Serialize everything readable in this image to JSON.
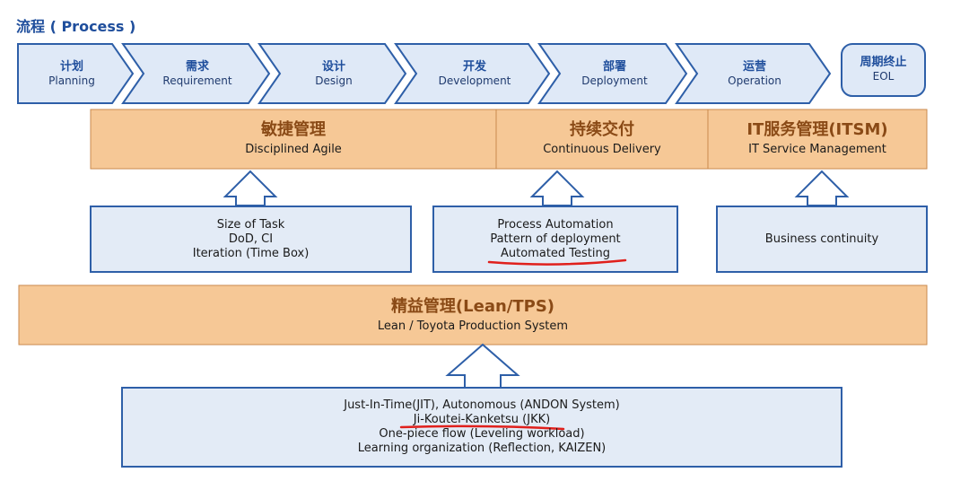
{
  "title": "流程 ( Process )",
  "process_steps": [
    {
      "zh": "计划",
      "en": "Planning"
    },
    {
      "zh": "需求",
      "en": "Requirement"
    },
    {
      "zh": "设计",
      "en": "Design"
    },
    {
      "zh": "开发",
      "en": "Development"
    },
    {
      "zh": "部署",
      "en": "Deployment"
    },
    {
      "zh": "运营",
      "en": "Operation"
    }
  ],
  "eol": {
    "zh": "周期终止",
    "en": "EOL"
  },
  "management": [
    {
      "zh": "敏捷管理",
      "en": "Disciplined Agile"
    },
    {
      "zh": "持续交付",
      "en": "Continuous Delivery"
    },
    {
      "zh": "IT服务管理(ITSM)",
      "en": "IT Service Management"
    }
  ],
  "practices": {
    "agile": [
      "Size of Task",
      "DoD, CI",
      "Iteration (Time Box)"
    ],
    "delivery": [
      "Process Automation",
      "Pattern of deployment",
      "Automated Testing"
    ],
    "itsm": [
      "Business continuity"
    ]
  },
  "lean": {
    "zh": "精益管理(Lean/TPS)",
    "en": "Lean / Toyota Production System"
  },
  "lean_practices": [
    "Just-In-Time(JIT), Autonomous (ANDON System)",
    "Ji-Koutei-Kanketsu (JKK)",
    "One-piece flow (Leveling workload)",
    "Learning organization (Reflection, KAIZEN)"
  ],
  "colors": {
    "chevron_fill": "#dfe9f7",
    "chevron_stroke": "#2e5fa8",
    "orange_fill": "#f6c896",
    "orange_stroke": "#c98a4e",
    "box_fill": "#e3ebf6",
    "highlight_underline": "#e0201c"
  }
}
